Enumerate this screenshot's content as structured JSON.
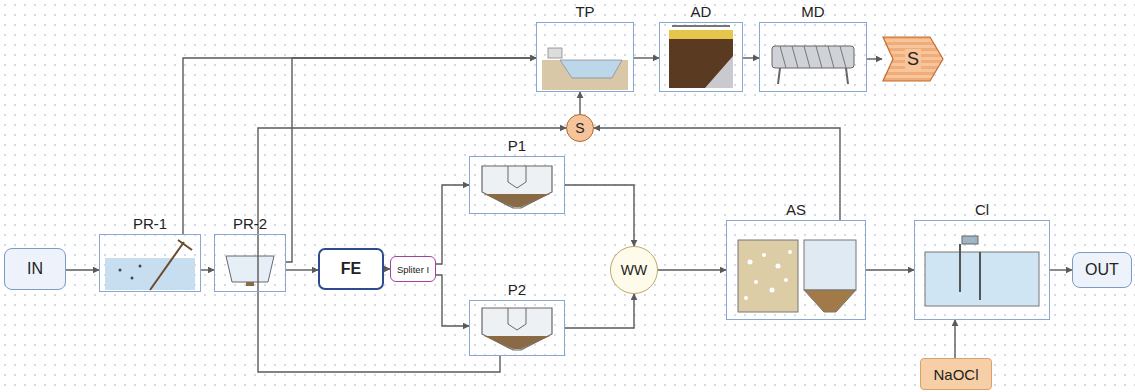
{
  "diagram": {
    "nodes": [
      {
        "text": [
          "TP"
        ]
      },
      {
        "text": [
          "AD"
        ]
      },
      {
        "text": [
          "MD"
        ]
      },
      {
        "text": [
          "S"
        ]
      },
      {
        "text": [
          "S"
        ]
      },
      {
        "text": [
          "P1"
        ]
      },
      {
        "text": [
          "IN"
        ]
      },
      {
        "text": [
          "PR-1"
        ]
      },
      {
        "text": [
          "PR-2"
        ]
      },
      {
        "text": [
          "FE"
        ]
      },
      {
        "text": [
          "Spliter I"
        ]
      },
      {
        "text": [
          "WW"
        ]
      },
      {
        "text": [
          "AS"
        ]
      },
      {
        "text": [
          "Cl"
        ]
      },
      {
        "text": [
          "OUT"
        ]
      },
      {
        "text": [
          "P2"
        ]
      },
      {
        "text": [
          "NaOCl"
        ]
      }
    ],
    "edges": [
      {
        "from": 6,
        "to": 7,
        "arrow": "to"
      },
      {
        "from": 7,
        "to": 8,
        "arrow": "to"
      },
      {
        "from": 8,
        "to": 9,
        "arrow": "to"
      },
      {
        "from": 9,
        "to": 10,
        "arrow": "to"
      },
      {
        "from": 10,
        "to": 5,
        "arrow": "to"
      },
      {
        "from": 10,
        "to": 15,
        "arrow": "to"
      },
      {
        "from": 5,
        "to": 11,
        "arrow": "to"
      },
      {
        "from": 15,
        "to": 11,
        "arrow": "to"
      },
      {
        "from": 11,
        "to": 12,
        "arrow": "to"
      },
      {
        "from": 12,
        "to": 13,
        "arrow": "to"
      },
      {
        "from": 13,
        "to": 14,
        "arrow": "to"
      },
      {
        "from": 16,
        "to": 13,
        "arrow": "to"
      },
      {
        "from": 0,
        "to": 1,
        "arrow": "to"
      },
      {
        "from": 1,
        "to": 2,
        "arrow": "to"
      },
      {
        "from": 2,
        "to": 3,
        "arrow": "to"
      },
      {
        "from": 4,
        "to": 0,
        "arrow": "to"
      },
      {
        "from": 7,
        "to": 0,
        "arrow": "to"
      },
      {
        "from": 8,
        "to": 0,
        "arrow": "to"
      },
      {
        "from": 15,
        "to": 4,
        "arrow": "to"
      },
      {
        "from": 12,
        "to": 4,
        "arrow": "to"
      }
    ]
  }
}
